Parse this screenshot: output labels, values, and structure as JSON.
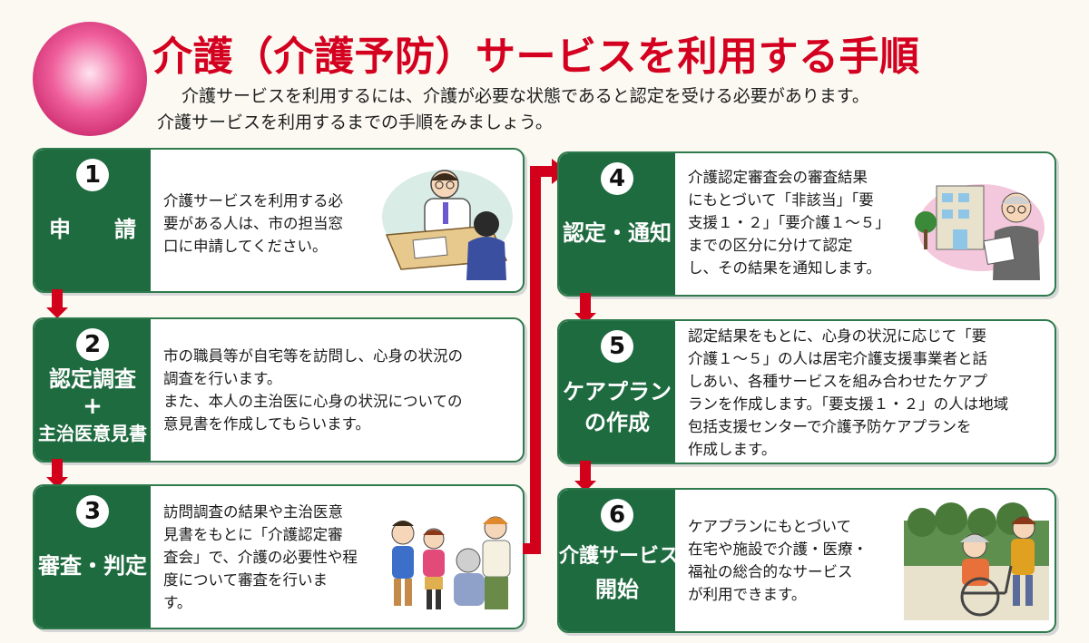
{
  "title": "介護（介護予防）サービスを利用する手順",
  "intro": {
    "line1": "介護サービスを利用するには、介護が必要な状態であると認定を受ける必要があります。",
    "line2": "介護サービスを利用するまでの手順をみましょう。"
  },
  "steps": [
    {
      "number": "1",
      "label": "申　　請",
      "text": "介護サービスを利用する必\n要がある人は、市の担当窓\n口に申請してください。"
    },
    {
      "number": "2",
      "label_line1": "認定調査",
      "label_plus": "+",
      "label_line2": "主治医意見書",
      "text": "市の職員等が自宅等を訪問し、心身の状況の\n調査を行います。\nまた、本人の主治医に心身の状況についての\n意見書を作成してもらいます。"
    },
    {
      "number": "3",
      "label": "審査・判定",
      "text": "訪問調査の結果や主治医意\n見書をもとに「介護認定審\n査会」で、介護の必要性や程\n度について審査を行いま\nす。"
    },
    {
      "number": "4",
      "label": "認定・通知",
      "text": "介護認定審査会の審査結果\nにもとづいて「非該当」「要\n支援１・２」「要介護１～５」\nまでの区分に分けて認定\nし、その結果を通知します。"
    },
    {
      "number": "5",
      "label_line1": "ケアプラン",
      "label_line2": "の作成",
      "text": "認定結果をもとに、心身の状況に応じて「要\n介護１～５」の人は居宅介護支援事業者と話\nしあい、各種サービスを組み合わせたケアプ\nランを作成します。「要支援１・２」の人は地域\n包括支援センターで介護予防ケアプランを\n作成します。"
    },
    {
      "number": "6",
      "label_line1": "介護サービス",
      "label_line2": "開始",
      "text": "ケアプランにもとづいて\n在宅や施設で介護・医療・\n福祉の総合的なサービス\nが利用できます。"
    }
  ],
  "colors": {
    "title": "#d4001f",
    "badge": "#1f6b40",
    "border": "#2e7a4c",
    "arrow": "#d2001a"
  }
}
